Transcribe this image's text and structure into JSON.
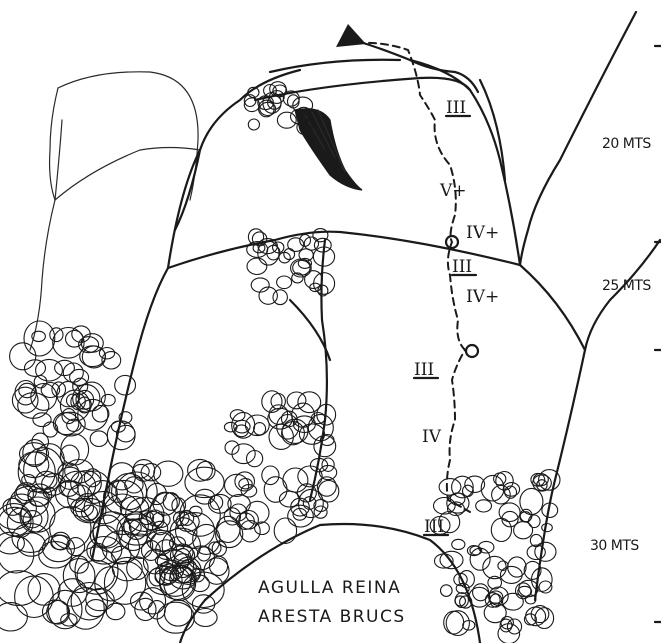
{
  "topo": {
    "title_line1": "AGULLA REINA",
    "title_line2": "ARESTA BRUCS",
    "scale_marks": [
      {
        "label": "20 MTS"
      },
      {
        "label": "25 MTS"
      },
      {
        "label": "30 MTS"
      }
    ],
    "grades": [
      {
        "label": "III"
      },
      {
        "label": "V+"
      },
      {
        "label": "IV+"
      },
      {
        "label": "III"
      },
      {
        "label": "IV+"
      },
      {
        "label": "III"
      },
      {
        "label": "IV"
      },
      {
        "label": "III"
      }
    ],
    "icons": {
      "summit": "summit-triangle-icon",
      "belay": "belay-ring-icon"
    },
    "ink_color": "#1a1a1a",
    "paper_color": "#ffffff"
  }
}
